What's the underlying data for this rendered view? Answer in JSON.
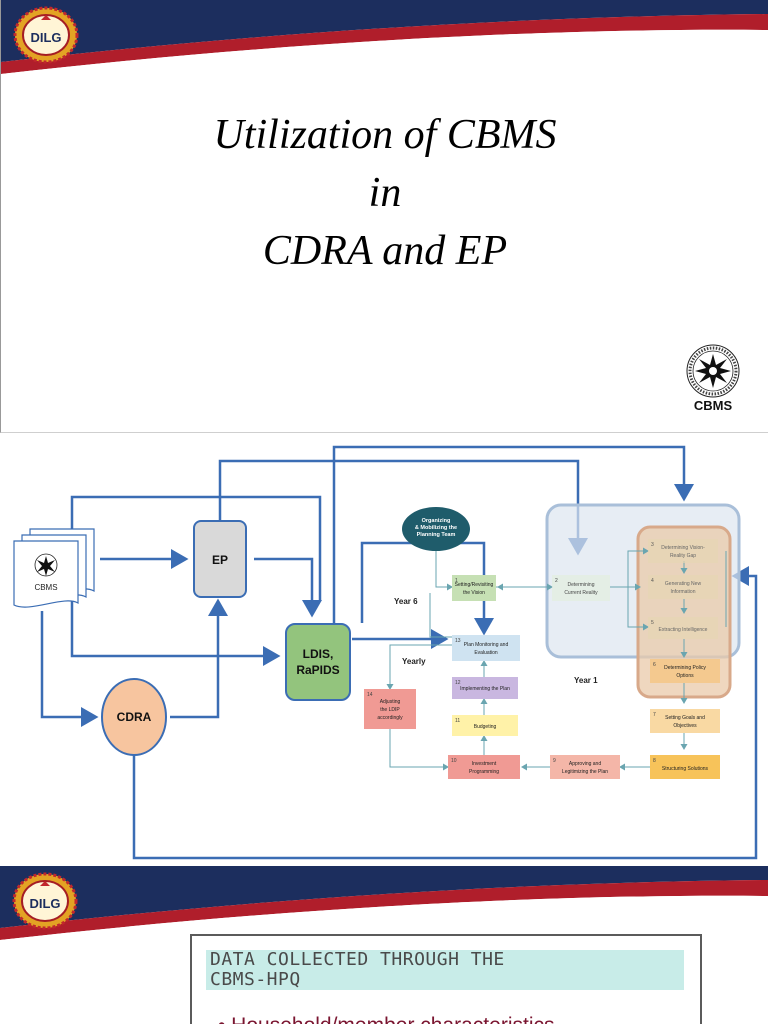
{
  "slide1": {
    "logo_text": "DILG",
    "title_lines": [
      "Utilization of CBMS",
      "in",
      "CDRA and EP"
    ],
    "cbms_logo_label": "CBMS",
    "cbms_logo_ring_text": "Community-Based Monitoring System"
  },
  "diagram": {
    "doc_label": "CBMS",
    "ep": "EP",
    "cdra": "CDRA",
    "ldis_line1": "LDIS,",
    "ldis_line2": "RaPIDS",
    "organizing": [
      "Organizing",
      "& Mobilizing the",
      "Planning Team"
    ],
    "year6": "Year 6",
    "yearly": "Yearly",
    "year1": "Year 1",
    "steps": {
      "s1": {
        "num": "1",
        "lines": [
          "Setting/Revisiting",
          "the Vision"
        ]
      },
      "s2": {
        "num": "2",
        "lines": [
          "Determining",
          "Current Reality"
        ]
      },
      "s3": {
        "num": "3",
        "lines": [
          "Determining Vision-",
          "Reality Gap"
        ]
      },
      "s4": {
        "num": "4",
        "lines": [
          "Generating New",
          "Information"
        ]
      },
      "s5": {
        "num": "5",
        "lines": [
          "Extracting Intelligence"
        ]
      },
      "s6": {
        "num": "6",
        "lines": [
          "Determining Policy",
          "Options"
        ]
      },
      "s7": {
        "num": "7",
        "lines": [
          "Setting Goals and",
          "Objectives"
        ]
      },
      "s8": {
        "num": "8",
        "lines": [
          "Structuring Solutions"
        ]
      },
      "s9": {
        "num": "9",
        "lines": [
          "Approving and",
          "Legitimizing the Plan"
        ]
      },
      "s10": {
        "num": "10",
        "lines": [
          "Investment",
          "Programming"
        ]
      },
      "s11": {
        "num": "11",
        "lines": [
          "Budgeting"
        ]
      },
      "s12": {
        "num": "12",
        "lines": [
          "Implementing the Plan"
        ]
      },
      "s13": {
        "num": "13",
        "lines": [
          "Plan Monitoring and",
          "Evaluation"
        ]
      },
      "s14": {
        "num": "14",
        "lines": [
          "Adjusting",
          "the LDIP",
          "accordingly"
        ]
      }
    }
  },
  "slide3": {
    "logo_text": "DILG",
    "card_heading_line1": "DATA COLLECTED THROUGH THE",
    "card_heading_line2": "CBMS-HPQ",
    "bullet1": "• Household/member characteristics"
  },
  "colors": {
    "banner_navy": "#1c2e5e",
    "banner_red": "#b01e2b",
    "arrow_blue": "#3b6db4",
    "ep_fill": "#d9d9d9",
    "cdra_fill": "#f7c59f",
    "ldis_fill": "#93c47d",
    "organizing_fill": "#1f5c6b"
  }
}
